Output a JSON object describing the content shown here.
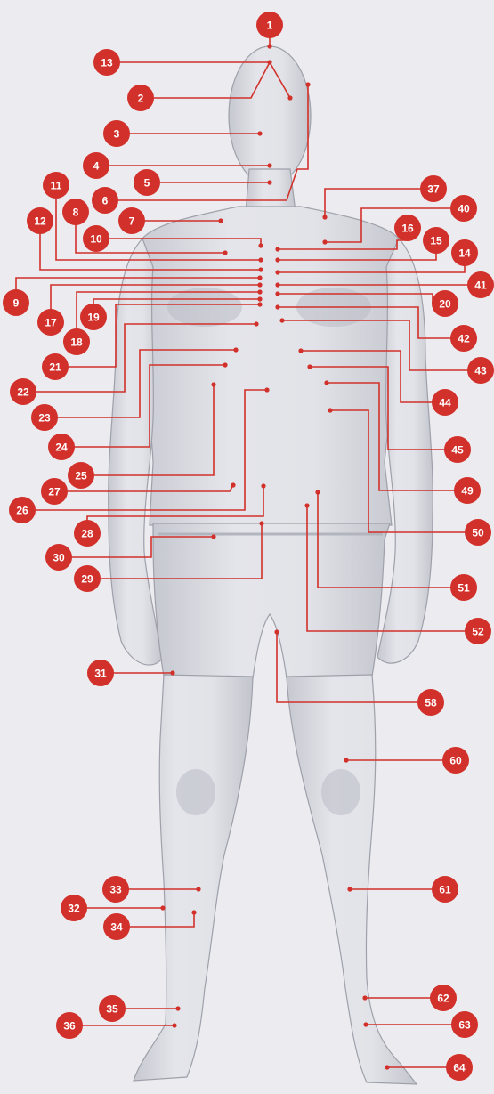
{
  "diagram": {
    "subject": "front-view anatomical reference figure with numbered landmark callouts",
    "accent_color": "#d2302a",
    "figure_color": "#d9dae0",
    "background_color": "#ecebf0",
    "markers": [
      "1",
      "2",
      "3",
      "4",
      "5",
      "6",
      "7",
      "8",
      "9",
      "10",
      "11",
      "12",
      "13",
      "14",
      "15",
      "16",
      "17",
      "18",
      "19",
      "20",
      "21",
      "22",
      "23",
      "24",
      "25",
      "26",
      "27",
      "28",
      "29",
      "30",
      "31",
      "32",
      "33",
      "34",
      "35",
      "36",
      "37",
      "40",
      "41",
      "42",
      "43",
      "44",
      "45",
      "49",
      "50",
      "51",
      "52",
      "58",
      "60",
      "61",
      "62",
      "63",
      "64"
    ]
  }
}
